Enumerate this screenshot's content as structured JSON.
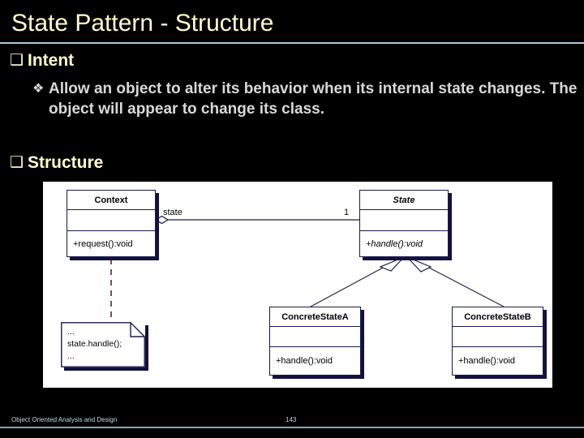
{
  "slide": {
    "title": "State Pattern - Structure",
    "bullet_color": "#FFFFCC",
    "body_color": "#D9D9D9",
    "background": "#000000",
    "rule_color": "#A8CBD8"
  },
  "sections": {
    "intent": {
      "marker": "hollow-square-bullet",
      "marker_glyph": "❑",
      "label": "Intent",
      "sub": {
        "marker": "diamond-bullet",
        "marker_glyph": "❖",
        "text": "Allow an object to alter its behavior when its internal state changes. The object will appear to change its class."
      }
    },
    "structure": {
      "marker": "hollow-square-bullet",
      "marker_glyph": "❑",
      "label": "Structure"
    }
  },
  "diagram": {
    "type": "uml-class-diagram",
    "background": "#FFFFFF",
    "border_color": "#1A1A4E",
    "shadow_color": "#12123F",
    "classes": [
      {
        "id": "context",
        "name": "Context",
        "abstract": false,
        "attributes": "",
        "operations": "+request():void"
      },
      {
        "id": "state",
        "name": "State",
        "abstract": true,
        "attributes": "",
        "operations": "+handle():void"
      },
      {
        "id": "concrete_state_a",
        "name": "ConcreteStateA",
        "abstract": false,
        "attributes": "",
        "operations": "+handle():void"
      },
      {
        "id": "concrete_state_b",
        "name": "ConcreteStateB",
        "abstract": false,
        "attributes": "",
        "operations": "+handle():void"
      }
    ],
    "relations": [
      {
        "kind": "aggregation",
        "from": "context",
        "to": "state",
        "role_label": "state",
        "multiplicity": "1"
      },
      {
        "kind": "generalization",
        "from": "concrete_state_a",
        "to": "state"
      },
      {
        "kind": "generalization",
        "from": "concrete_state_b",
        "to": "state"
      },
      {
        "kind": "note-anchor",
        "from": "note",
        "to": "context"
      }
    ],
    "note": {
      "line1": "...",
      "line2": "state.handle();",
      "line3": "..."
    }
  },
  "footer": {
    "left": "Object Oriented Analysis and Design",
    "page": "143",
    "rule_color": "#7FA8B8",
    "text_color": "#BFD8E3"
  }
}
